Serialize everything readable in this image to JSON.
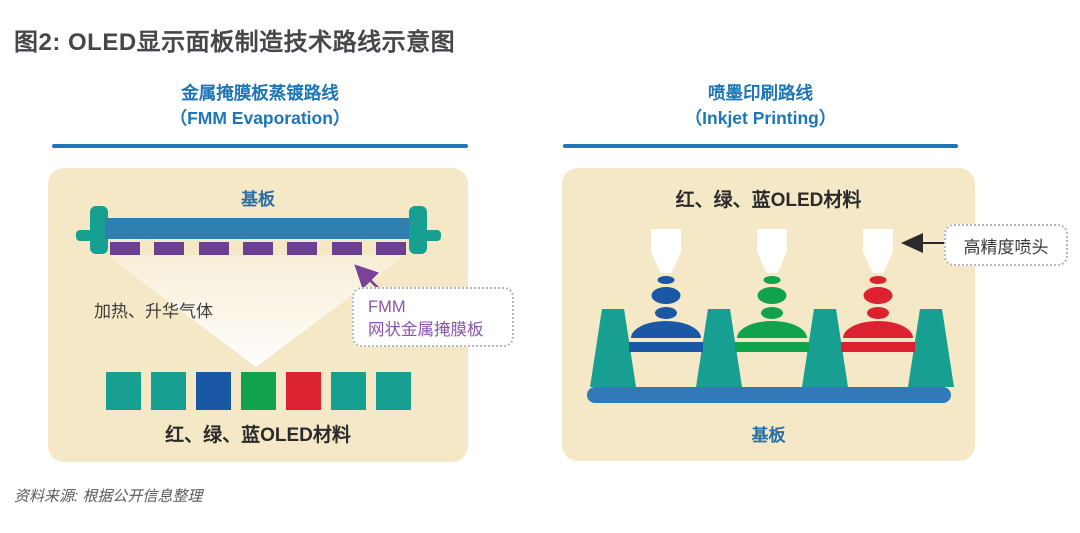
{
  "title": "图2: OLED显示面板制造技术路线示意图",
  "footer": "资料来源: 根据公开信息整理",
  "colors": {
    "teal": "#17a092",
    "blue": "#1a57a5",
    "green": "#11a24c",
    "red": "#dc2130",
    "roller_blue": "#2e7fb0",
    "substrate_blue": "#3279b9",
    "mask_purple": "#6b3f92",
    "accent_blue": "#1d76b5",
    "panel_bg": "#f5e8c7",
    "note_purple": "#8a55ab"
  },
  "left_panel": {
    "header_line1": "金属掩膜板蒸镀路线",
    "header_line2": "（FMM Evaporation）",
    "substrate_label": "基板",
    "gas_label": "加热、升华气体",
    "fmm_note_line1": "FMM",
    "fmm_note_line2": "网状金属掩膜板",
    "materials_label": "红、绿、蓝OLED材料",
    "squares": [
      "teal",
      "teal",
      "blue",
      "green",
      "red",
      "teal",
      "teal"
    ]
  },
  "right_panel": {
    "header_line1": "喷墨印刷路线",
    "header_line2": "（Inkjet Printing）",
    "materials_label": "红、绿、蓝OLED材料",
    "nozzle_note": "高精度喷头",
    "substrate_label": "基板",
    "ink_colors": [
      "blue",
      "green",
      "red"
    ]
  }
}
